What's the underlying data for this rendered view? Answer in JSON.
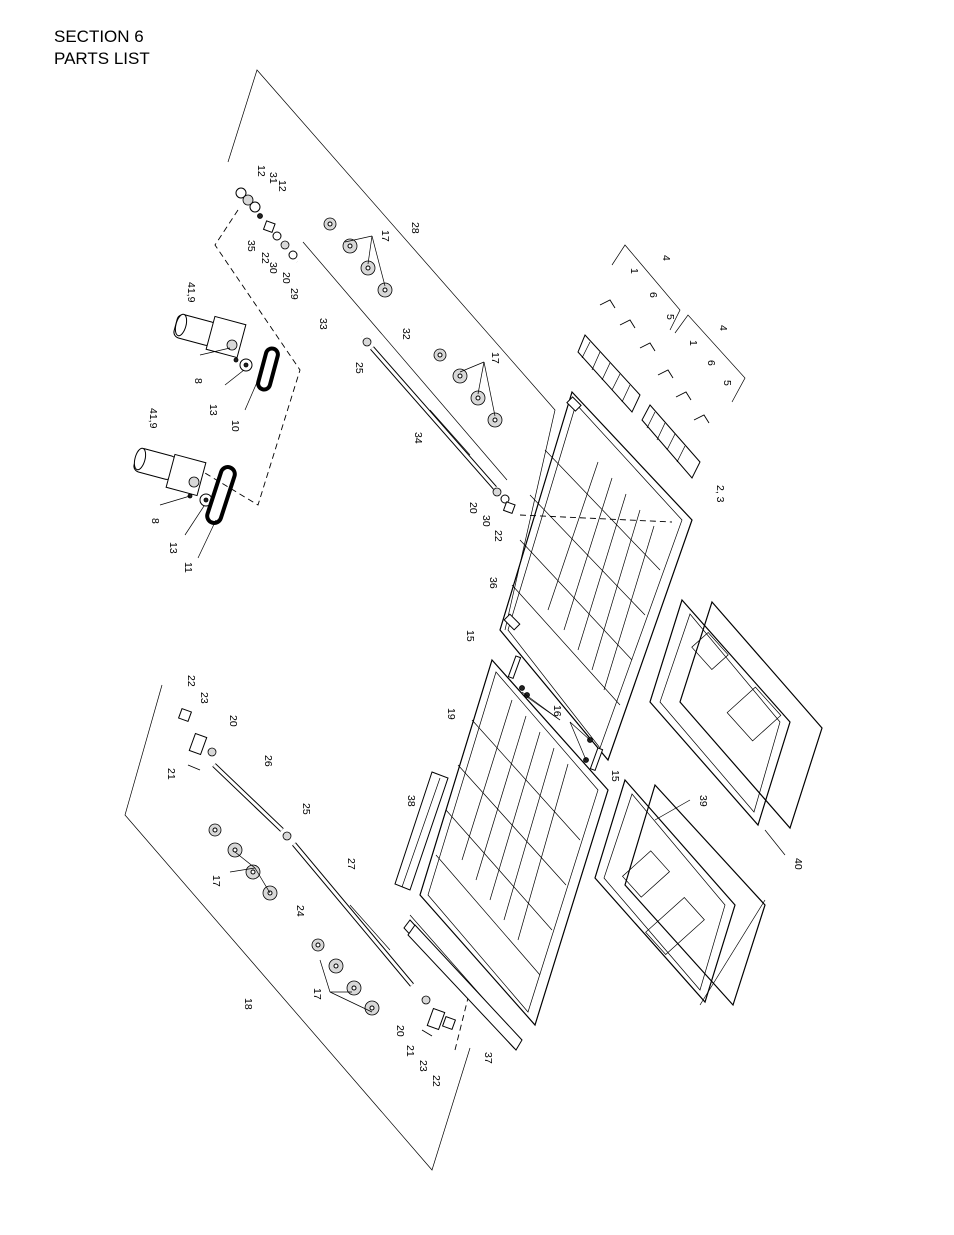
{
  "header": {
    "section": "SECTION 6",
    "title": "PARTS LIST"
  },
  "callouts": [
    {
      "id": "c12a",
      "text": "12"
    },
    {
      "id": "c31",
      "text": "31"
    },
    {
      "id": "c12b",
      "text": "12"
    },
    {
      "id": "c35",
      "text": "35"
    },
    {
      "id": "c22a",
      "text": "22"
    },
    {
      "id": "c30a",
      "text": "30"
    },
    {
      "id": "c20a",
      "text": "20"
    },
    {
      "id": "c29",
      "text": "29"
    },
    {
      "id": "c28",
      "text": "28"
    },
    {
      "id": "c17a",
      "text": "17"
    },
    {
      "id": "c33",
      "text": "33"
    },
    {
      "id": "c32",
      "text": "32"
    },
    {
      "id": "c25a",
      "text": "25"
    },
    {
      "id": "c17b",
      "text": "17"
    },
    {
      "id": "c34",
      "text": "34"
    },
    {
      "id": "c419a",
      "text": "41,9"
    },
    {
      "id": "c8a",
      "text": "8"
    },
    {
      "id": "c13a",
      "text": "13"
    },
    {
      "id": "c10",
      "text": "10"
    },
    {
      "id": "c419b",
      "text": "41,9"
    },
    {
      "id": "c8b",
      "text": "8"
    },
    {
      "id": "c13b",
      "text": "13"
    },
    {
      "id": "c11",
      "text": "11"
    },
    {
      "id": "c20b",
      "text": "20"
    },
    {
      "id": "c30b",
      "text": "30"
    },
    {
      "id": "c22b",
      "text": "22"
    },
    {
      "id": "c4a",
      "text": "4"
    },
    {
      "id": "c1a",
      "text": "1"
    },
    {
      "id": "c6a",
      "text": "6"
    },
    {
      "id": "c5a",
      "text": "5"
    },
    {
      "id": "c4b",
      "text": "4"
    },
    {
      "id": "c1b",
      "text": "1"
    },
    {
      "id": "c6b",
      "text": "6"
    },
    {
      "id": "c5b",
      "text": "5"
    },
    {
      "id": "c23a",
      "text": "2, 3"
    },
    {
      "id": "c36",
      "text": "36"
    },
    {
      "id": "c15a",
      "text": "15"
    },
    {
      "id": "c19",
      "text": "19"
    },
    {
      "id": "c16",
      "text": "16"
    },
    {
      "id": "c15b",
      "text": "15"
    },
    {
      "id": "c22c",
      "text": "22"
    },
    {
      "id": "c23b",
      "text": "23"
    },
    {
      "id": "c20c",
      "text": "20"
    },
    {
      "id": "c21a",
      "text": "21"
    },
    {
      "id": "c26",
      "text": "26"
    },
    {
      "id": "c25b",
      "text": "25"
    },
    {
      "id": "c38",
      "text": "38"
    },
    {
      "id": "c39",
      "text": "39"
    },
    {
      "id": "c40",
      "text": "40"
    },
    {
      "id": "c17c",
      "text": "17"
    },
    {
      "id": "c27",
      "text": "27"
    },
    {
      "id": "c24",
      "text": "24"
    },
    {
      "id": "c17d",
      "text": "17"
    },
    {
      "id": "c18",
      "text": "18"
    },
    {
      "id": "c20d",
      "text": "20"
    },
    {
      "id": "c21b",
      "text": "21"
    },
    {
      "id": "c23c",
      "text": "23"
    },
    {
      "id": "c22d",
      "text": "22"
    },
    {
      "id": "c37",
      "text": "37"
    }
  ]
}
